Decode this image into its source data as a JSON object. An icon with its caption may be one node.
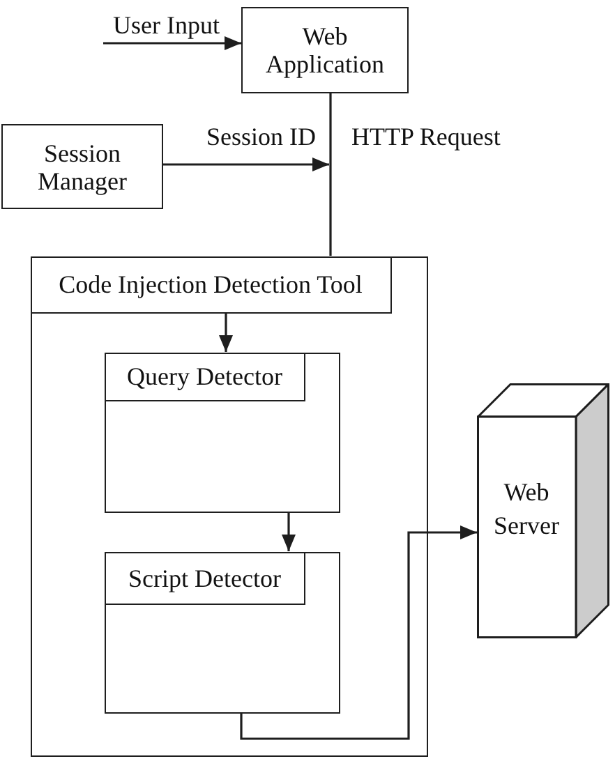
{
  "diagram": {
    "nodes": [
      {
        "text": [
          "Web Application"
        ]
      },
      {
        "text": [
          "Session Manager"
        ]
      },
      {
        "text": [],
        "shape": "box"
      },
      {
        "text": [
          "Code Injection Detection Tool"
        ],
        "in": 2
      },
      {
        "text": [
          "Query Detector"
        ],
        "in": 2
      },
      {
        "text": [
          "Script Detector"
        ],
        "in": 2
      },
      {
        "text": [
          "Web Server"
        ]
      }
    ],
    "edges": [
      {
        "from": null,
        "to": 0,
        "arrow": "to",
        "label": "User Input"
      },
      {
        "from": 1,
        "to": null,
        "arrow": "to",
        "label": "Session ID"
      },
      {
        "from": 0,
        "to": 3,
        "arrow": "none",
        "label": "HTTP Request"
      },
      {
        "from": 3,
        "to": 4,
        "arrow": "to"
      },
      {
        "from": 4,
        "to": 5,
        "arrow": "to"
      },
      {
        "from": 5,
        "to": 6,
        "arrow": "to"
      }
    ]
  }
}
